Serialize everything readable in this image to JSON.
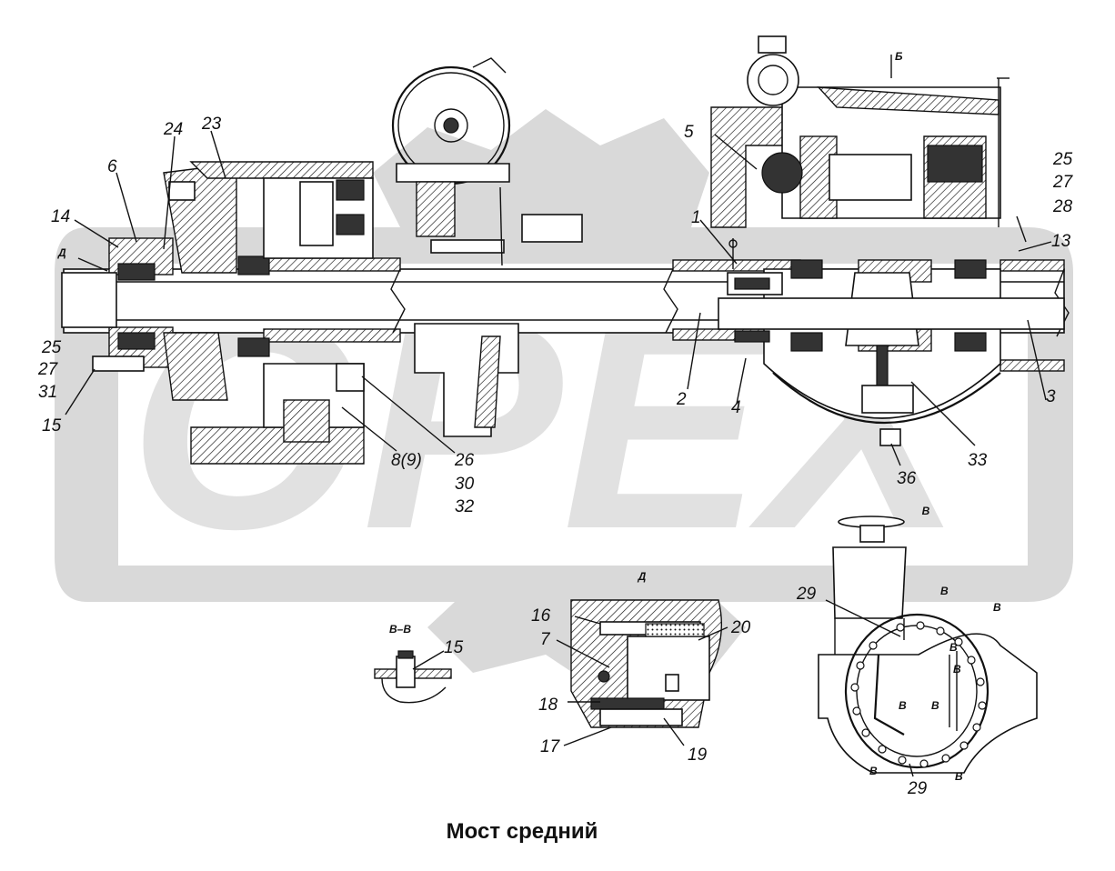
{
  "title": "Мост средний",
  "watermark": "ОРЕХ",
  "views": {
    "section_vv": "В–В",
    "detail_d": "Д",
    "view_v": "В",
    "marker_b": "Б",
    "marker_d": "Д"
  },
  "callouts": {
    "c1": "1",
    "c2": "2",
    "c3": "3",
    "c4": "4",
    "c5": "5",
    "c6": "6",
    "c13": "13",
    "c14": "14",
    "c15": "15",
    "c15b": "15",
    "c23": "23",
    "c24": "24",
    "c25a": "25",
    "c27a": "27",
    "c31": "31",
    "c25b": "25",
    "c27b": "27",
    "c28": "28",
    "c26": "26",
    "c30": "30",
    "c32": "32",
    "c89": "8(9)",
    "c33": "33",
    "c36": "36",
    "c16": "16",
    "c7": "7",
    "c20": "20",
    "c18": "18",
    "c17": "17",
    "c19": "19",
    "c29a": "29",
    "c29b": "29"
  },
  "section_marks": {
    "m1": "В",
    "m2": "В",
    "m3": "В",
    "m4": "В",
    "m5": "В",
    "m6": "В",
    "m7": "В",
    "m8": "В"
  },
  "colors": {
    "line": "#111111",
    "hatch": "#111111",
    "watermark": "#d9d9d9",
    "background": "#ffffff"
  }
}
